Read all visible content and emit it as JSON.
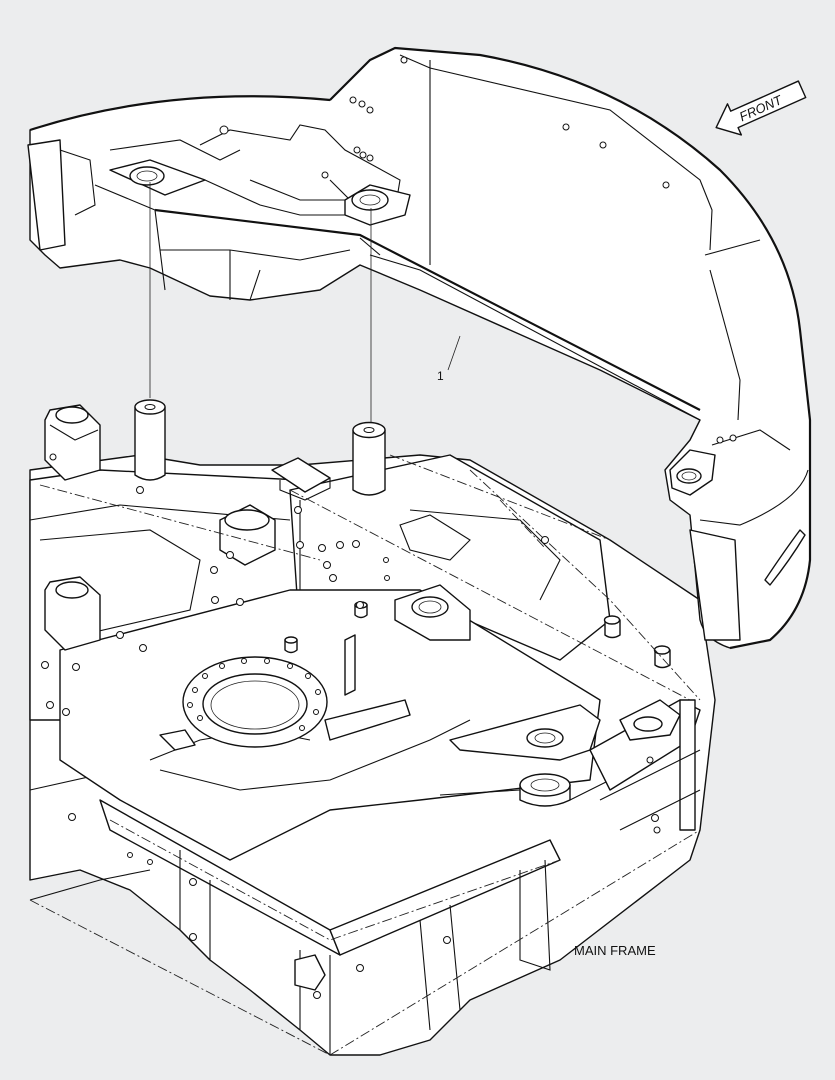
{
  "labels": {
    "callout_1": "1",
    "main_frame": "MAIN FRAME",
    "front": "FRONT"
  },
  "colors": {
    "background": "#ecedee",
    "line": "#111111",
    "fill": "#ffffff"
  },
  "icons": {
    "front_arrow": "arrow-left-icon"
  }
}
